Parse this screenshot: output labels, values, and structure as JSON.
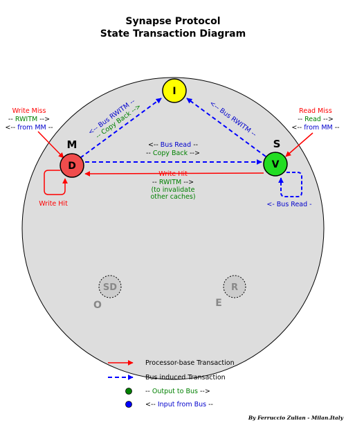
{
  "title_line1": "Synapse Protocol",
  "title_line2": "State Transaction Diagram",
  "states": {
    "M": {
      "letter": "M",
      "node": "D",
      "fill": "#f04c4c"
    },
    "S": {
      "letter": "S",
      "node": "V",
      "fill": "#22dd22"
    },
    "I": {
      "node": "I",
      "fill": "#ffff00"
    },
    "O": {
      "letter": "O",
      "node": "SD"
    },
    "E": {
      "letter": "E",
      "node": "R"
    }
  },
  "labels": {
    "write_miss": {
      "title": "Write Miss",
      "l2_pre": "-- ",
      "l2_green": "RWITM",
      "l2_post": " -->",
      "l3_pre": "<-- ",
      "l3_blue": "from MM",
      "l3_post": " --"
    },
    "read_miss": {
      "title": "Read Miss",
      "l2_pre": "-- ",
      "l2_green": "Read",
      "l2_post": " -->",
      "l3_pre": "<-- ",
      "l3_blue": "from MM",
      "l3_post": " --"
    },
    "d_to_i_line1": "<-- Bus RWITM --",
    "d_to_i_line2": "-- Copy Back -->",
    "v_to_i": "<-- Bus RWITM --",
    "v_to_d": {
      "l1_pre": "<-- ",
      "l1_blue": "Bus Read",
      "l1_post": " --",
      "l2_pre": "-- ",
      "l2_green": "Copy Back",
      "l2_post": " -->"
    },
    "write_hit_v": {
      "title": "Write Hit",
      "l2_pre": "-- ",
      "l2_green": "RWITM",
      "l2_post": "  -->",
      "l3": "(to invalidate",
      "l4": "other caches)"
    },
    "write_hit_d": "Write Hit",
    "bus_read_v": "<- Bus Read -"
  },
  "legend": {
    "processor": "Processor-base Transaction",
    "bus": "Bus induced Transaction",
    "output_pre": "-- ",
    "output_text": "Output to Bus",
    "output_post": " -->",
    "input_pre": "<-- ",
    "input_text": "Input from Bus",
    "input_post": " --"
  },
  "credit": "By Ferruccio Zulian - Milan.Italy",
  "colors": {
    "processor": "#ff0000",
    "bus": "#0000ff",
    "output_dot": "#008000",
    "input_dot": "#0000ff",
    "circle_bg": "#dddddd"
  }
}
